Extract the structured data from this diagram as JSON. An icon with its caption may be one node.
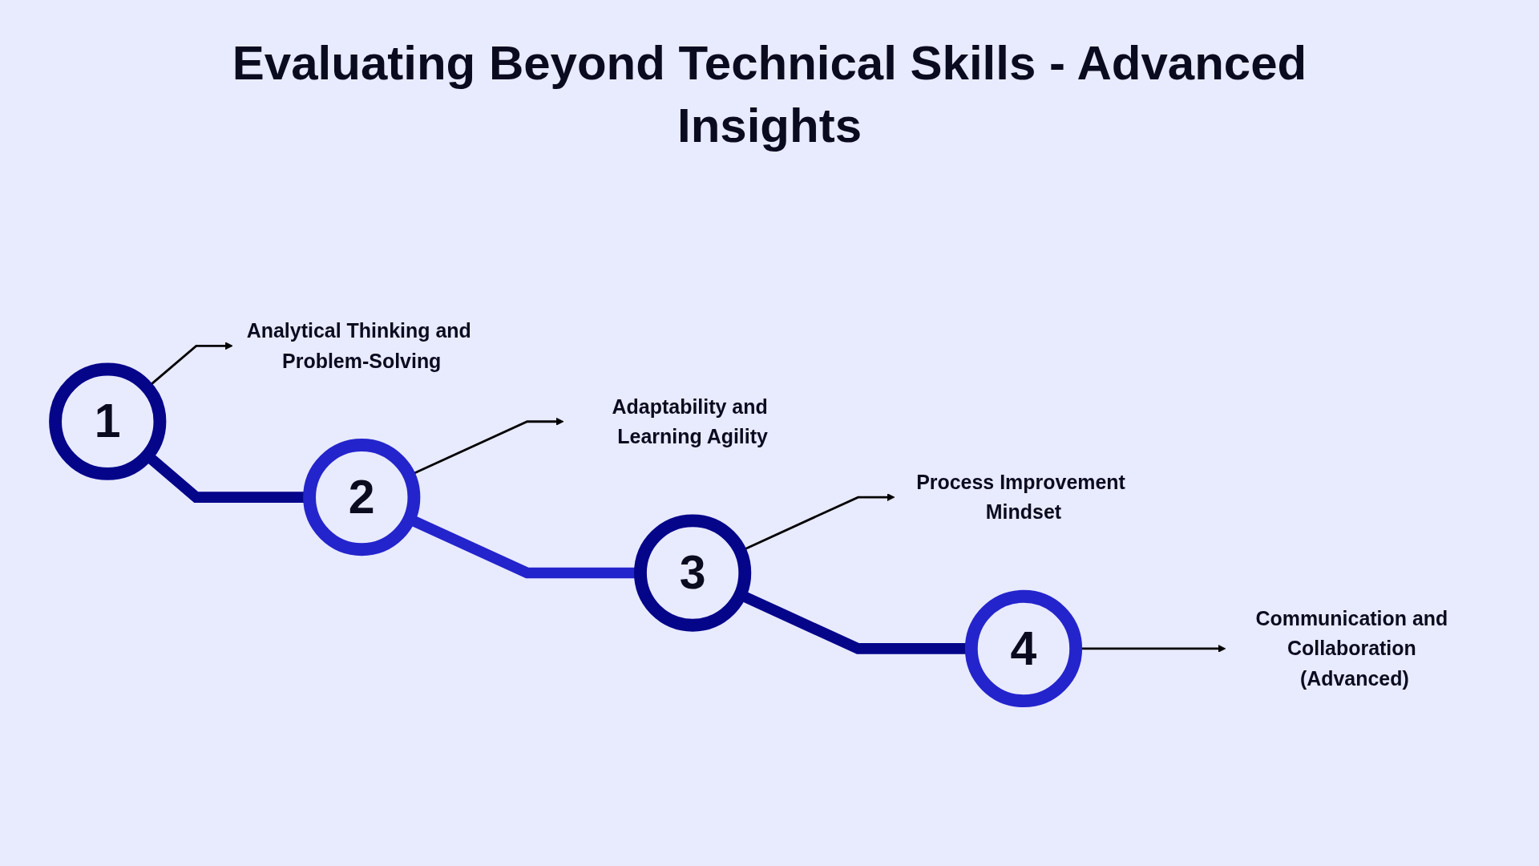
{
  "diagram": {
    "title": "Evaluating Beyond Technical Skills - Advanced Insights",
    "nodes": [
      {
        "text": [
          "1"
        ]
      },
      {
        "text": [
          "Analytical Thinking and Problem-Solving"
        ]
      },
      {
        "text": [
          "2"
        ]
      },
      {
        "text": [
          "Adaptability and Learning Agility"
        ]
      },
      {
        "text": [
          "3"
        ]
      },
      {
        "text": [
          "Process Improvement Mindset"
        ]
      },
      {
        "text": [
          "4"
        ]
      },
      {
        "text": [
          "Communication and Collaboration (Advanced)"
        ]
      }
    ],
    "edges": [
      {
        "from": 0,
        "to": 2,
        "arrow": "none",
        "style": "thick",
        "color": "#05058a"
      },
      {
        "from": 2,
        "to": 4,
        "arrow": "none",
        "style": "thick",
        "color": "#2424cc"
      },
      {
        "from": 4,
        "to": 6,
        "arrow": "none",
        "style": "thick",
        "color": "#05058a"
      },
      {
        "from": 0,
        "to": 1,
        "arrow": "to"
      },
      {
        "from": 2,
        "to": 3,
        "arrow": "to"
      },
      {
        "from": 4,
        "to": 5,
        "arrow": "to"
      },
      {
        "from": 6,
        "to": 7,
        "arrow": "to"
      }
    ]
  }
}
